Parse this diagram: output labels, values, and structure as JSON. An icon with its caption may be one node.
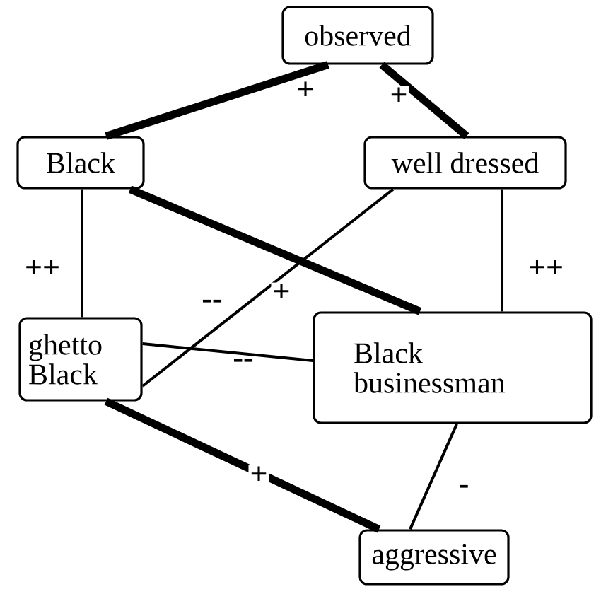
{
  "diagram": {
    "nodes": [
      {
        "text": [
          "observed"
        ]
      },
      {
        "text": [
          "Black"
        ]
      },
      {
        "text": [
          "well dressed"
        ]
      },
      {
        "text": [
          "ghetto Black"
        ]
      },
      {
        "text": [
          "Black businessman"
        ]
      },
      {
        "text": [
          "aggressive"
        ]
      }
    ],
    "edges": [
      {
        "from": 0,
        "to": 1,
        "arrow": "none",
        "label": "+",
        "style": "thick"
      },
      {
        "from": 0,
        "to": 2,
        "arrow": "none",
        "label": "+",
        "style": "thick"
      },
      {
        "from": 1,
        "to": 3,
        "arrow": "none",
        "label": "++"
      },
      {
        "from": 2,
        "to": 4,
        "arrow": "none",
        "label": "++"
      },
      {
        "from": 1,
        "to": 4,
        "arrow": "none",
        "label": "+",
        "style": "thick"
      },
      {
        "from": 2,
        "to": 3,
        "arrow": "none",
        "label": "--"
      },
      {
        "from": 3,
        "to": 4,
        "arrow": "none",
        "label": "--"
      },
      {
        "from": 3,
        "to": 5,
        "arrow": "none",
        "label": "+",
        "style": "thick"
      },
      {
        "from": 4,
        "to": 5,
        "arrow": "none",
        "label": "-"
      }
    ]
  }
}
